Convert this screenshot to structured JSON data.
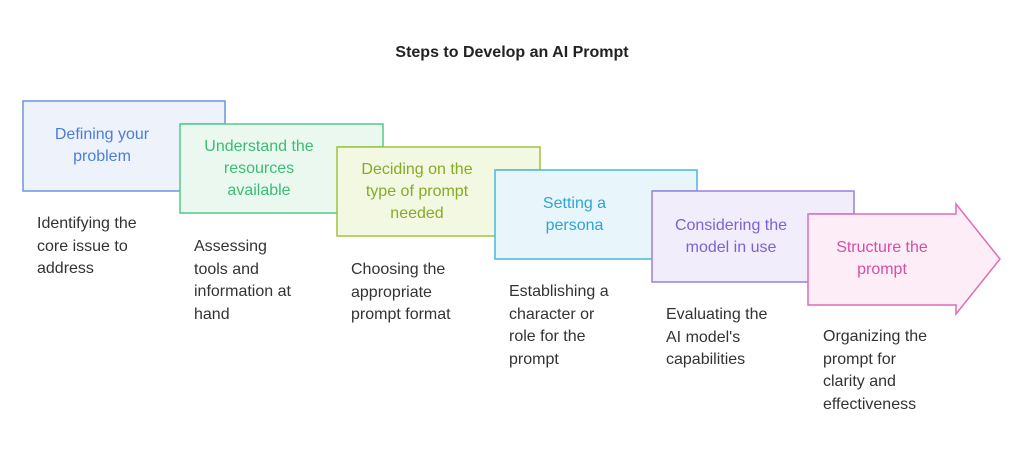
{
  "title": "Steps to Develop an AI Prompt",
  "steps": [
    {
      "label": "Defining your\nproblem",
      "description": "Identifying the\ncore issue to\naddress",
      "stroke": "#6b93e3",
      "fill": "#eef2fb",
      "text": "#4a7fd9"
    },
    {
      "label": "Understand the\nresources\navailable",
      "description": "Assessing\ntools and\ninformation at\nhand",
      "stroke": "#52c98a",
      "fill": "#eaf8f0",
      "text": "#3bbd74"
    },
    {
      "label": "Deciding on the\ntype of prompt\nneeded",
      "description": "Choosing the\nappropriate\nprompt format",
      "stroke": "#9fc33d",
      "fill": "#f3f8e2",
      "text": "#86ab25"
    },
    {
      "label": "Setting a\npersona",
      "description": "Establishing a\ncharacter or\nrole for the\nprompt",
      "stroke": "#45b9dc",
      "fill": "#e8f5fb",
      "text": "#2fa6cf"
    },
    {
      "label": "Considering the\nmodel in use",
      "description": "Evaluating the\nAI model's\ncapabilities",
      "stroke": "#9b7fe0",
      "fill": "#f1edfb",
      "text": "#7e62d3"
    },
    {
      "label": "Structure the\nprompt",
      "description": "Organizing the\nprompt for\nclarity and\neffectiveness",
      "stroke": "#e06cb5",
      "fill": "#fcedf6",
      "text": "#d64ea7"
    }
  ]
}
